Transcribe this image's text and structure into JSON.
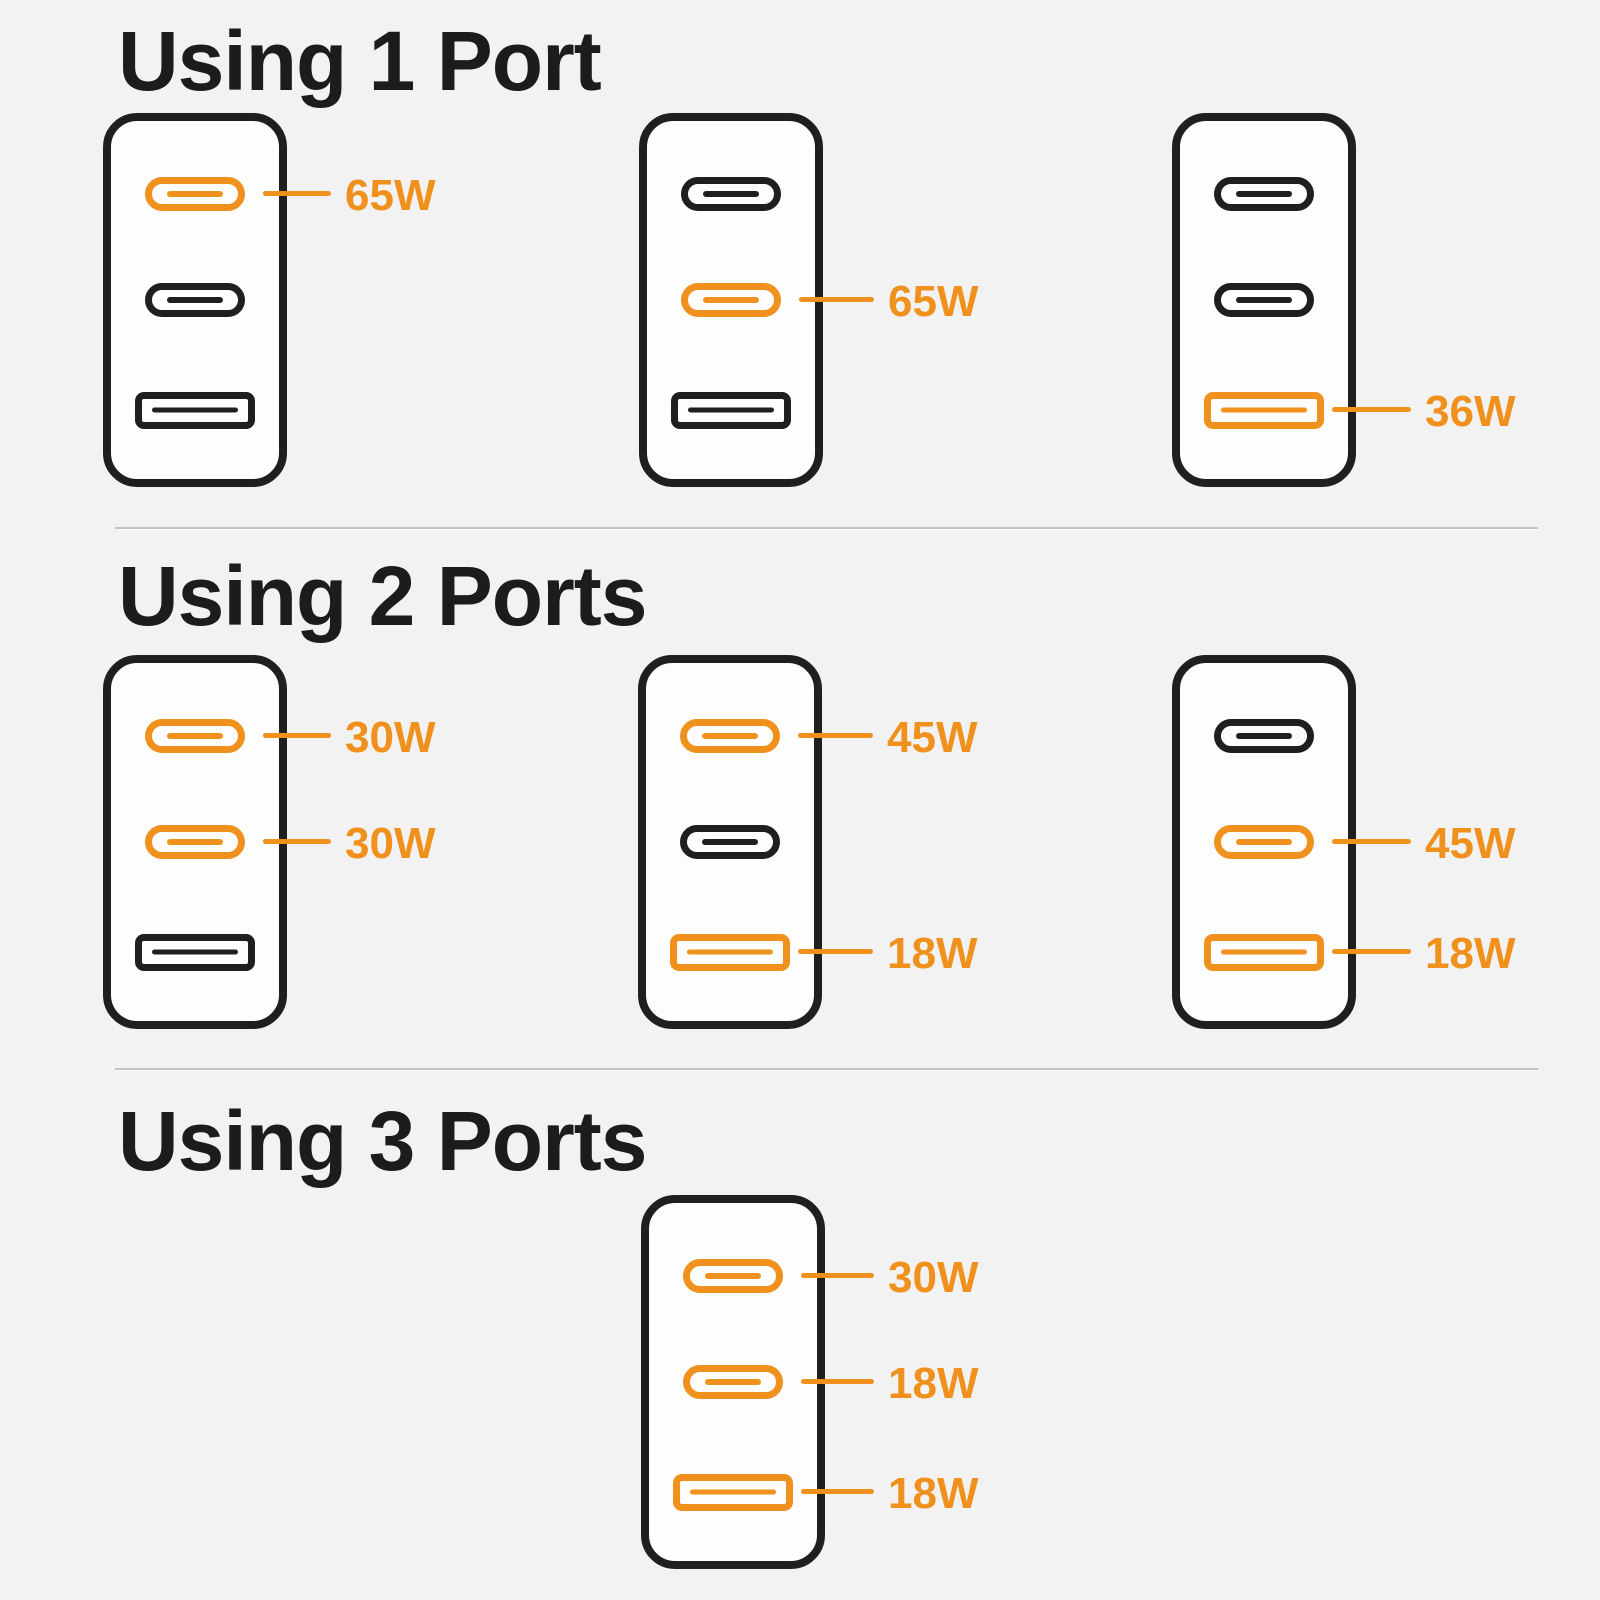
{
  "infographic": {
    "colors": {
      "background": "#F2F2F2",
      "accent_orange": "#F0911E",
      "outline_dark": "#1F1F1F",
      "charger_fill": "#FDFDFD",
      "title_text": "#1C1C1C",
      "divider_gray": "#C3C3C3"
    },
    "sections": [
      {
        "title": "Using 1 Port",
        "chargers": [
          {
            "ports": [
              {
                "type": "usb-c",
                "active": true,
                "label": "65W"
              },
              {
                "type": "usb-c",
                "active": false,
                "label": null
              },
              {
                "type": "usb-a",
                "active": false,
                "label": null
              }
            ]
          },
          {
            "ports": [
              {
                "type": "usb-c",
                "active": false,
                "label": null
              },
              {
                "type": "usb-c",
                "active": true,
                "label": "65W"
              },
              {
                "type": "usb-a",
                "active": false,
                "label": null
              }
            ]
          },
          {
            "ports": [
              {
                "type": "usb-c",
                "active": false,
                "label": null
              },
              {
                "type": "usb-c",
                "active": false,
                "label": null
              },
              {
                "type": "usb-a",
                "active": true,
                "label": "36W"
              }
            ]
          }
        ]
      },
      {
        "title": "Using 2 Ports",
        "chargers": [
          {
            "ports": [
              {
                "type": "usb-c",
                "active": true,
                "label": "30W"
              },
              {
                "type": "usb-c",
                "active": true,
                "label": "30W"
              },
              {
                "type": "usb-a",
                "active": false,
                "label": null
              }
            ]
          },
          {
            "ports": [
              {
                "type": "usb-c",
                "active": true,
                "label": "45W"
              },
              {
                "type": "usb-c",
                "active": false,
                "label": null
              },
              {
                "type": "usb-a",
                "active": true,
                "label": "18W"
              }
            ]
          },
          {
            "ports": [
              {
                "type": "usb-c",
                "active": false,
                "label": null
              },
              {
                "type": "usb-c",
                "active": true,
                "label": "45W"
              },
              {
                "type": "usb-a",
                "active": true,
                "label": "18W"
              }
            ]
          }
        ]
      },
      {
        "title": "Using 3 Ports",
        "chargers": [
          {
            "ports": [
              {
                "type": "usb-c",
                "active": true,
                "label": "30W"
              },
              {
                "type": "usb-c",
                "active": true,
                "label": "18W"
              },
              {
                "type": "usb-a",
                "active": true,
                "label": "18W"
              }
            ]
          }
        ]
      }
    ]
  }
}
